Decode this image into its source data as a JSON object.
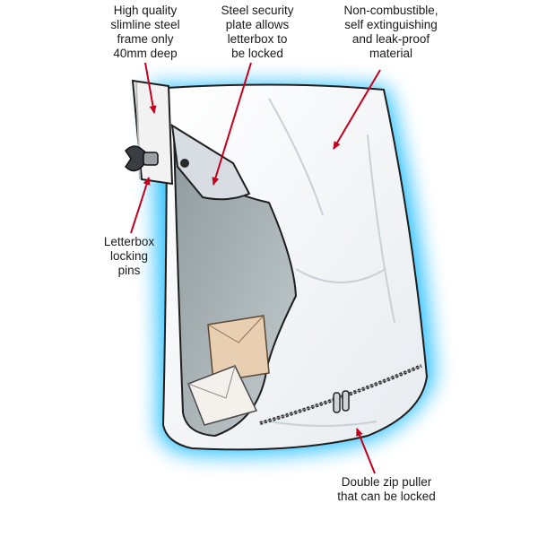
{
  "callouts": {
    "frame": "High quality\nslimline steel\nframe only\n40mm deep",
    "plate": "Steel security\nplate allows\nletterbox to\nbe locked",
    "material": "Non-combustible,\nself extinguishing\nand leak-proof\nmaterial",
    "pins": "Letterbox\nlocking\npins",
    "zip": "Double zip puller\nthat can be locked"
  },
  "colors": {
    "glow": "#00b4ff",
    "bag": "#ffffff",
    "bag_shade": "#d9dfe6",
    "interior": "#a7b2b5",
    "frame": "#f2f2f2",
    "arrow": "#c4001d",
    "envelope_brown": "#e8cfb2",
    "envelope_white": "#f4f1ec",
    "knob": "#3a3d42"
  }
}
